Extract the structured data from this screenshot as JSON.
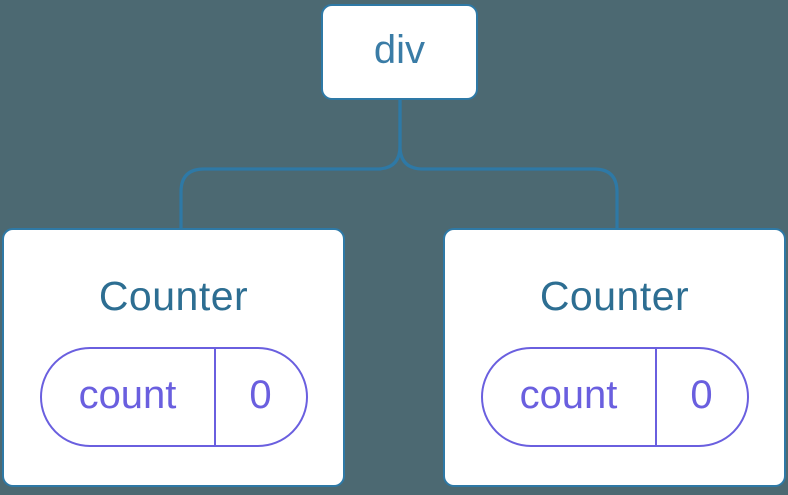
{
  "diagram": {
    "root": {
      "label": "div"
    },
    "children": [
      {
        "label": "Counter",
        "state": {
          "key": "count",
          "value": "0"
        }
      },
      {
        "label": "Counter",
        "state": {
          "key": "count",
          "value": "0"
        }
      }
    ]
  },
  "colors": {
    "background": "#4C6972",
    "node_fill": "#FFFFFF",
    "node_border": "#2E79A6",
    "connector": "#2E79A6",
    "root_label": "#3A7CA6",
    "component_label": "#2D6E92",
    "state_accent": "#6A5FDF"
  }
}
